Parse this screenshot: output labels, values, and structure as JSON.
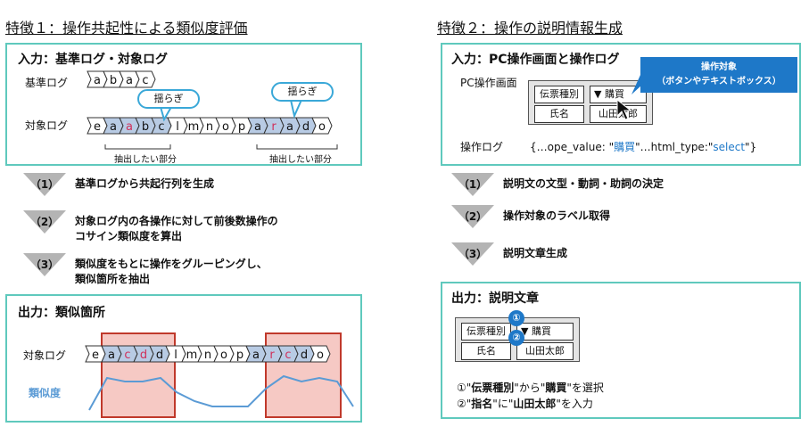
{
  "left": {
    "heading": "特徴１：操作共起性による類似度評価",
    "input_panel": {
      "title": "入力：基準ログ・対象ログ",
      "base_label": "基準ログ",
      "target_label": "対象ログ",
      "base_seq": [
        "a",
        "b",
        "a",
        "c"
      ],
      "target_seq": [
        "e",
        "a",
        "a",
        "b",
        "c",
        "l",
        "m",
        "n",
        "o",
        "p",
        "a",
        "r",
        "a",
        "d",
        "o"
      ],
      "fluct_label_1": "揺らぎ",
      "fluct_label_2": "揺らぎ",
      "extract_label_1": "抽出したい部分",
      "extract_label_2": "抽出したい部分"
    },
    "steps": [
      {
        "num": "（1）",
        "text": "基準ログから共起行列を生成"
      },
      {
        "num": "（2）",
        "text": "対象ログ内の各操作に対して前後数操作の",
        "text2": "コサイン類似度を算出"
      },
      {
        "num": "（3）",
        "text": "類似度をもとに操作をグルーピングし、",
        "text2": "類似箇所を抽出"
      }
    ],
    "output_panel": {
      "title": "出力：類似箇所",
      "target_label": "対象ログ",
      "similarity_label": "類似度",
      "seq": [
        "e",
        "a",
        "c",
        "d",
        "d",
        "l",
        "m",
        "n",
        "o",
        "p",
        "a",
        "r",
        "c",
        "d",
        "o"
      ]
    }
  },
  "right": {
    "heading": "特徴２：操作の説明情報生成",
    "input_panel": {
      "title": "入力：PC操作画面と操作ログ",
      "screen_label": "PC操作画面",
      "field1": "伝票種別",
      "field2": "▼ 購買",
      "field3": "氏名",
      "field4": "山田太郎",
      "callout_line1": "操作対象",
      "callout_line2": "（ボタンやテキストボックス）",
      "log_label": "操作ログ",
      "log_prefix": "{…ope_value: \"",
      "log_value1": "購買",
      "log_mid": "\"…html_type:\"",
      "log_value2": "select",
      "log_suffix": "\"}"
    },
    "steps": [
      {
        "num": "（1）",
        "text": "説明文の文型・動詞・助詞の決定"
      },
      {
        "num": "（2）",
        "text": "操作対象のラベル取得"
      },
      {
        "num": "（3）",
        "text": "説明文章生成"
      }
    ],
    "output_panel": {
      "title": "出力：説明文章",
      "field1": "伝票種別",
      "field2": "▼ 購買",
      "field3": "氏名",
      "field4": "山田太郎",
      "marker1": "①",
      "marker2": "②",
      "sentence1_prefix": "①\"",
      "sentence1_bold1": "伝票種別",
      "sentence1_mid": "\"から\"",
      "sentence1_bold2": "購買",
      "sentence1_suffix": "\"を選択",
      "sentence2_prefix": "②\"",
      "sentence2_bold1": "指名",
      "sentence2_mid": "\"に\"",
      "sentence2_bold2": "山田太郎",
      "sentence2_suffix": "\"を入力"
    }
  }
}
